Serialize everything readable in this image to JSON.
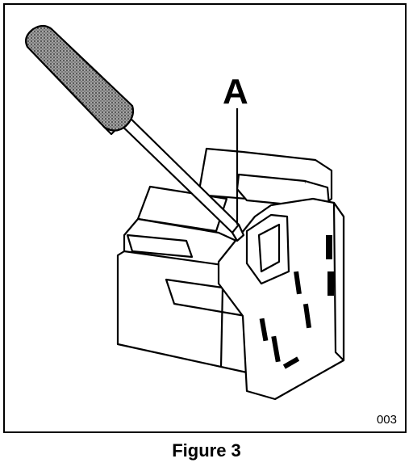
{
  "figure": {
    "callout": "A",
    "image_code": "003",
    "caption": "Figure 3"
  },
  "colors": {
    "ink": "#000000",
    "paper": "#ffffff",
    "handle_stipple": "#7a7a7a"
  },
  "icons": {
    "tool": "screwdriver-illustration",
    "part": "relay-connector-illustration"
  }
}
